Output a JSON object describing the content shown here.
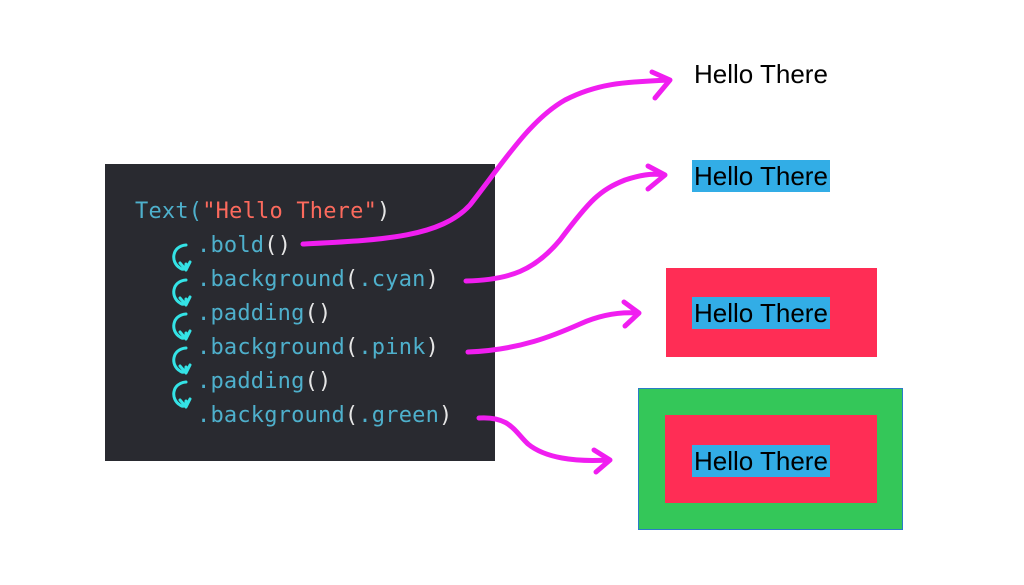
{
  "code": {
    "text_call": "Text(",
    "string_literal": "\"Hello There\"",
    "close_paren": ")",
    "modifiers": [
      {
        "name": ".bold",
        "arg": "",
        "open": "(",
        "close": ")"
      },
      {
        "name": ".background",
        "arg": ".cyan",
        "open": "(",
        "close": ")"
      },
      {
        "name": ".padding",
        "arg": "",
        "open": "(",
        "close": ")"
      },
      {
        "name": ".background",
        "arg": ".pink",
        "open": "(",
        "close": ")"
      },
      {
        "name": ".padding",
        "arg": "",
        "open": "(",
        "close": ")"
      },
      {
        "name": ".background",
        "arg": ".green",
        "open": "(",
        "close": ")"
      }
    ]
  },
  "results": [
    {
      "label": "Hello There"
    },
    {
      "label": "Hello There"
    },
    {
      "label": "Hello There"
    },
    {
      "label": "Hello There"
    }
  ],
  "colors": {
    "code_bg": "#292a30",
    "arrow": "#f01ef0",
    "chain_arrow": "#34e3e6",
    "cyan": "#32ade6",
    "pink": "#ff2d55",
    "green": "#34c759"
  }
}
